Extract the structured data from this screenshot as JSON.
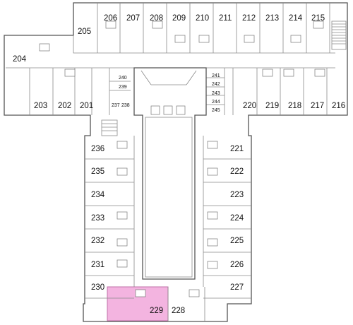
{
  "highlight_color": "#f3b4e0",
  "highlighted_room": "229",
  "rooms": [
    {
      "id": "r204",
      "label": "204"
    },
    {
      "id": "r205",
      "label": "205"
    },
    {
      "id": "r206",
      "label": "206"
    },
    {
      "id": "r207",
      "label": "207"
    },
    {
      "id": "r208",
      "label": "208"
    },
    {
      "id": "r209",
      "label": "209"
    },
    {
      "id": "r210",
      "label": "210"
    },
    {
      "id": "r211",
      "label": "211"
    },
    {
      "id": "r212",
      "label": "212"
    },
    {
      "id": "r213",
      "label": "213"
    },
    {
      "id": "r214",
      "label": "214"
    },
    {
      "id": "r215",
      "label": "215"
    },
    {
      "id": "r203",
      "label": "203"
    },
    {
      "id": "r202",
      "label": "202"
    },
    {
      "id": "r201",
      "label": "201"
    },
    {
      "id": "r220",
      "label": "220"
    },
    {
      "id": "r219",
      "label": "219"
    },
    {
      "id": "r218",
      "label": "218"
    },
    {
      "id": "r217",
      "label": "217"
    },
    {
      "id": "r216",
      "label": "216"
    },
    {
      "id": "r236",
      "label": "236"
    },
    {
      "id": "r235",
      "label": "235"
    },
    {
      "id": "r234",
      "label": "234"
    },
    {
      "id": "r233",
      "label": "233"
    },
    {
      "id": "r232",
      "label": "232"
    },
    {
      "id": "r231",
      "label": "231"
    },
    {
      "id": "r230",
      "label": "230"
    },
    {
      "id": "r229",
      "label": "229"
    },
    {
      "id": "r228",
      "label": "228"
    },
    {
      "id": "r221",
      "label": "221"
    },
    {
      "id": "r222",
      "label": "222"
    },
    {
      "id": "r223",
      "label": "223"
    },
    {
      "id": "r224",
      "label": "224"
    },
    {
      "id": "r225",
      "label": "225"
    },
    {
      "id": "r226",
      "label": "226"
    },
    {
      "id": "r227",
      "label": "227"
    }
  ],
  "small_rooms": [
    {
      "id": "r240",
      "label": "240"
    },
    {
      "id": "r239",
      "label": "239"
    },
    {
      "id": "r237",
      "label": "237"
    },
    {
      "id": "r238",
      "label": "238"
    },
    {
      "id": "r241",
      "label": "241"
    },
    {
      "id": "r242",
      "label": "242"
    },
    {
      "id": "r243",
      "label": "243"
    },
    {
      "id": "r244",
      "label": "244"
    },
    {
      "id": "r245",
      "label": "245"
    }
  ]
}
